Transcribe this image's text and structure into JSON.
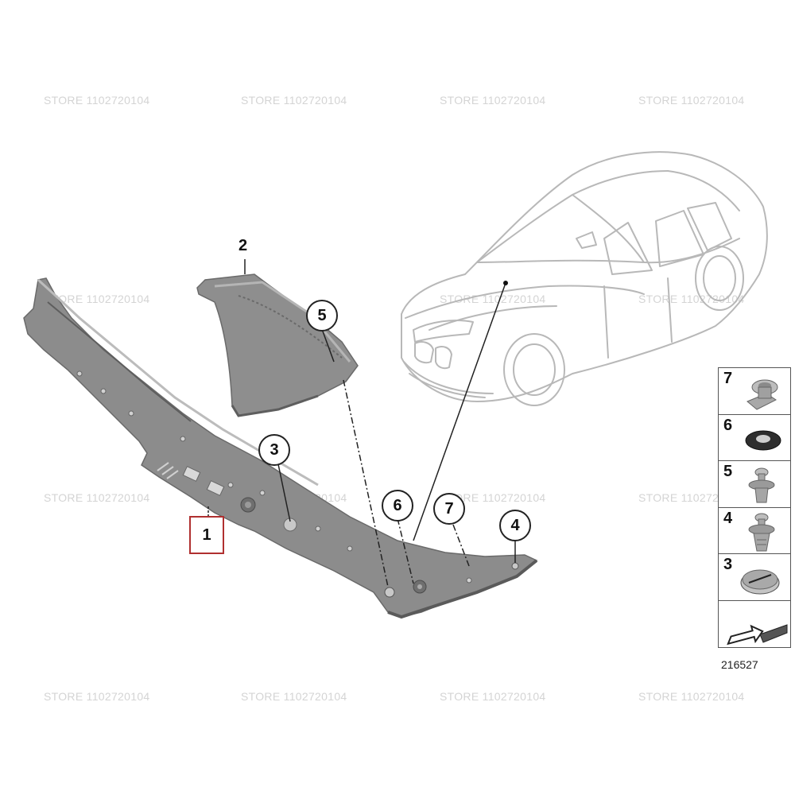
{
  "watermark": "STORE 1102720104",
  "callouts": {
    "c1": "1",
    "c2": "2",
    "c3": "3",
    "c4": "4",
    "c5": "5",
    "c6": "6",
    "c7": "7"
  },
  "legend": [
    {
      "number": "7",
      "icon": "expanding-nut-icon"
    },
    {
      "number": "6",
      "icon": "rubber-grommet-icon"
    },
    {
      "number": "5",
      "icon": "push-rivet-icon"
    },
    {
      "number": "4",
      "icon": "expanding-rivet-icon"
    },
    {
      "number": "3",
      "icon": "blind-plug-icon"
    }
  ],
  "diagram_number": "216527",
  "colors": {
    "part_fill": "#8c8c8c",
    "part_dark": "#5e5e5e",
    "car_line": "#b8b8b8",
    "highlight_box": "#b03030"
  }
}
